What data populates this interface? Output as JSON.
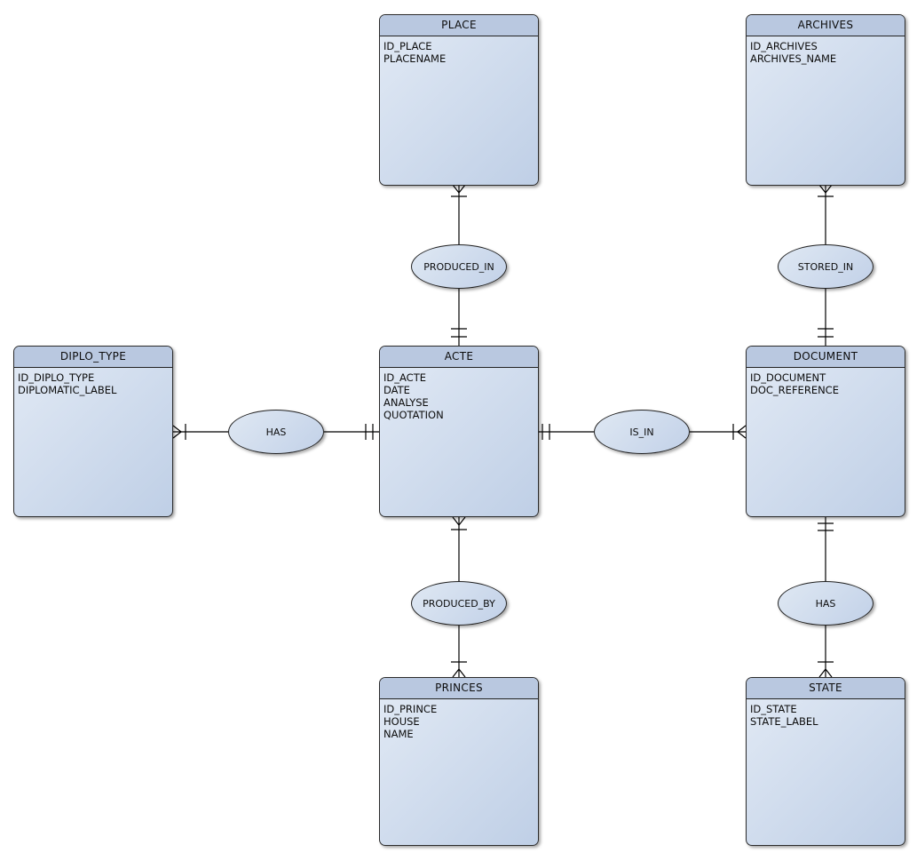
{
  "diagram": {
    "type": "entity-relationship",
    "background_color": "#ffffff",
    "entity_header_color": "#b9c8e0",
    "entity_body_gradient": [
      "#e2eaf5",
      "#bfcfe6"
    ],
    "ellipse_gradient": [
      "#dfe8f3",
      "#c2d1e8"
    ],
    "border_color": "#2b2b2b",
    "line_color": "#000000",
    "notation": "crow-foot"
  },
  "entities": [
    {
      "name": "PLACE",
      "attributes": [
        "ID_PLACE",
        "PLACENAME"
      ]
    },
    {
      "name": "ARCHIVES",
      "attributes": [
        "ID_ARCHIVES",
        "ARCHIVES_NAME"
      ]
    },
    {
      "name": "DIPLO_TYPE",
      "attributes": [
        "ID_DIPLO_TYPE",
        "DIPLOMATIC_LABEL"
      ]
    },
    {
      "name": "ACTE",
      "attributes": [
        "ID_ACTE",
        "DATE",
        "ANALYSE",
        "QUOTATION"
      ]
    },
    {
      "name": "DOCUMENT",
      "attributes": [
        "ID_DOCUMENT",
        "DOC_REFERENCE"
      ]
    },
    {
      "name": "PRINCES",
      "attributes": [
        "ID_PRINCE",
        "HOUSE",
        "NAME"
      ]
    },
    {
      "name": "STATE",
      "attributes": [
        "ID_STATE",
        "STATE_LABEL"
      ]
    }
  ],
  "relationships": [
    {
      "label": "PRODUCED_IN",
      "from_entity": "PLACE",
      "from_notation": "crow-foot-bar (many)",
      "to_entity": "ACTE",
      "to_notation": "double-bar (one)"
    },
    {
      "label": "STORED_IN",
      "from_entity": "ARCHIVES",
      "from_notation": "crow-foot-bar (many)",
      "to_entity": "DOCUMENT",
      "to_notation": "double-bar (one)"
    },
    {
      "label": "HAS",
      "from_entity": "DIPLO_TYPE",
      "from_notation": "crow-foot-bar (many)",
      "to_entity": "ACTE",
      "to_notation": "double-bar (one)"
    },
    {
      "label": "IS_IN",
      "from_entity": "ACTE",
      "from_notation": "double-bar (one)",
      "to_entity": "DOCUMENT",
      "to_notation": "bar-crow-foot (many)"
    },
    {
      "label": "PRODUCED_BY",
      "from_entity": "ACTE",
      "from_notation": "crow-foot-bar (many)",
      "to_entity": "PRINCES",
      "to_notation": "bar-crow-foot (many)"
    },
    {
      "label": "HAS",
      "from_entity": "DOCUMENT",
      "from_notation": "double-bar (one)",
      "to_entity": "STATE",
      "to_notation": "bar-crow-foot (many)"
    }
  ]
}
